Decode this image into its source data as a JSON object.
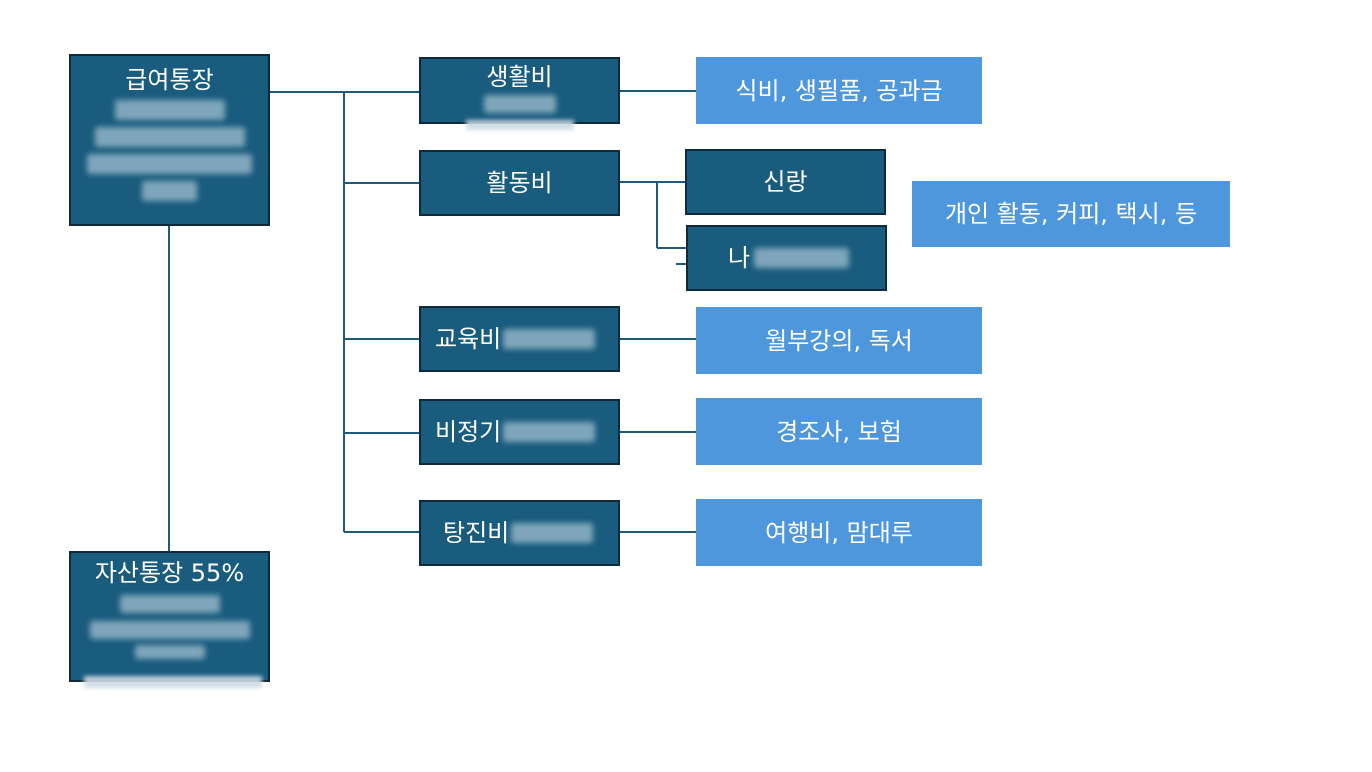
{
  "colors": {
    "dark_box": "#1a5c7e",
    "dark_border": "#0f2a3a",
    "light_box": "#4f97dd",
    "connector": "#1f5a78",
    "text": "#ffffff"
  },
  "root": {
    "label": "급여통장"
  },
  "asset": {
    "label": "자산통장 55%"
  },
  "categories": {
    "living": {
      "label": "생활비",
      "detail": "식비, 생필품, 공과금"
    },
    "activity": {
      "label": "활동비",
      "sub_groom": "신랑",
      "sub_me": "나",
      "detail": "개인 활동, 커피, 택시, 등"
    },
    "education": {
      "label": "교육비",
      "detail": "월부강의, 독서"
    },
    "irregular": {
      "label": "비정기",
      "detail": "경조사, 보험"
    },
    "splurge": {
      "label": "탕진비",
      "detail": "여행비, 맘대루"
    }
  }
}
